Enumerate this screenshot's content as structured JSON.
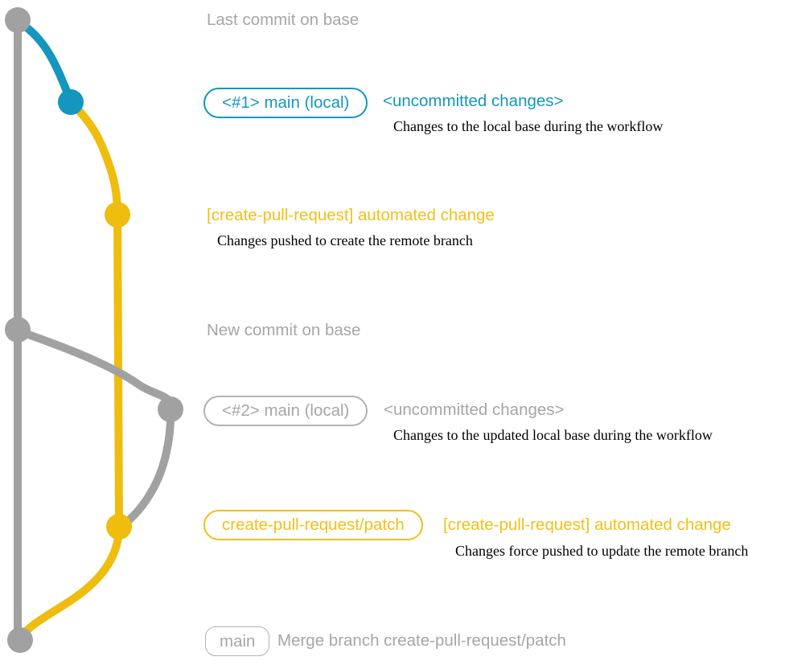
{
  "colors": {
    "gray_line": "#a1a1a1",
    "gray_text": "#a6a6a6",
    "gray_border": "#b2b2b2",
    "blue": "#1496bf",
    "yellow": "#eebd0d",
    "yellow_text": "#f1c01a",
    "annotation_text": "#000000",
    "background": "#ffffff"
  },
  "graph": {
    "type": "git-branch-diagram",
    "branches": [
      {
        "name": "base",
        "color": "gray"
      },
      {
        "name": "main (local)",
        "color": "blue"
      },
      {
        "name": "create-pull-request/patch",
        "color": "yellow"
      }
    ],
    "commits": [
      {
        "id": "last-commit-on-base",
        "dot_color": "gray",
        "label": "Last commit on base"
      },
      {
        "id": "main-local-1",
        "dot_color": "blue",
        "label": "<#1> main (local)"
      },
      {
        "id": "automated-change-1",
        "dot_color": "yellow",
        "label": "[create-pull-request] automated change"
      },
      {
        "id": "new-commit-on-base",
        "dot_color": "gray",
        "label": "New commit on base"
      },
      {
        "id": "main-local-2",
        "dot_color": "gray",
        "label": "<#2> main (local)"
      },
      {
        "id": "automated-change-2",
        "dot_color": "yellow",
        "label": "create-pull-request/patch"
      },
      {
        "id": "merge-commit",
        "dot_color": "gray",
        "label": "main"
      }
    ]
  },
  "rows": {
    "last_commit": {
      "label": "Last commit on base"
    },
    "commit1": {
      "badge": "<#1> main (local)",
      "status": "<uncommitted changes>",
      "annotation": "Changes to the local base during the workflow"
    },
    "push1": {
      "label": "[create-pull-request] automated change",
      "annotation": "Changes pushed to create the remote branch"
    },
    "new_commit": {
      "label": "New commit on base"
    },
    "commit2": {
      "badge": "<#2> main (local)",
      "status": "<uncommitted changes>",
      "annotation": "Changes to the updated local base during the workflow"
    },
    "push2": {
      "badge": "create-pull-request/patch",
      "label": "[create-pull-request] automated change",
      "annotation": "Changes force pushed to update the remote branch"
    },
    "merge": {
      "badge": "main",
      "label": "Merge branch create-pull-request/patch"
    }
  }
}
